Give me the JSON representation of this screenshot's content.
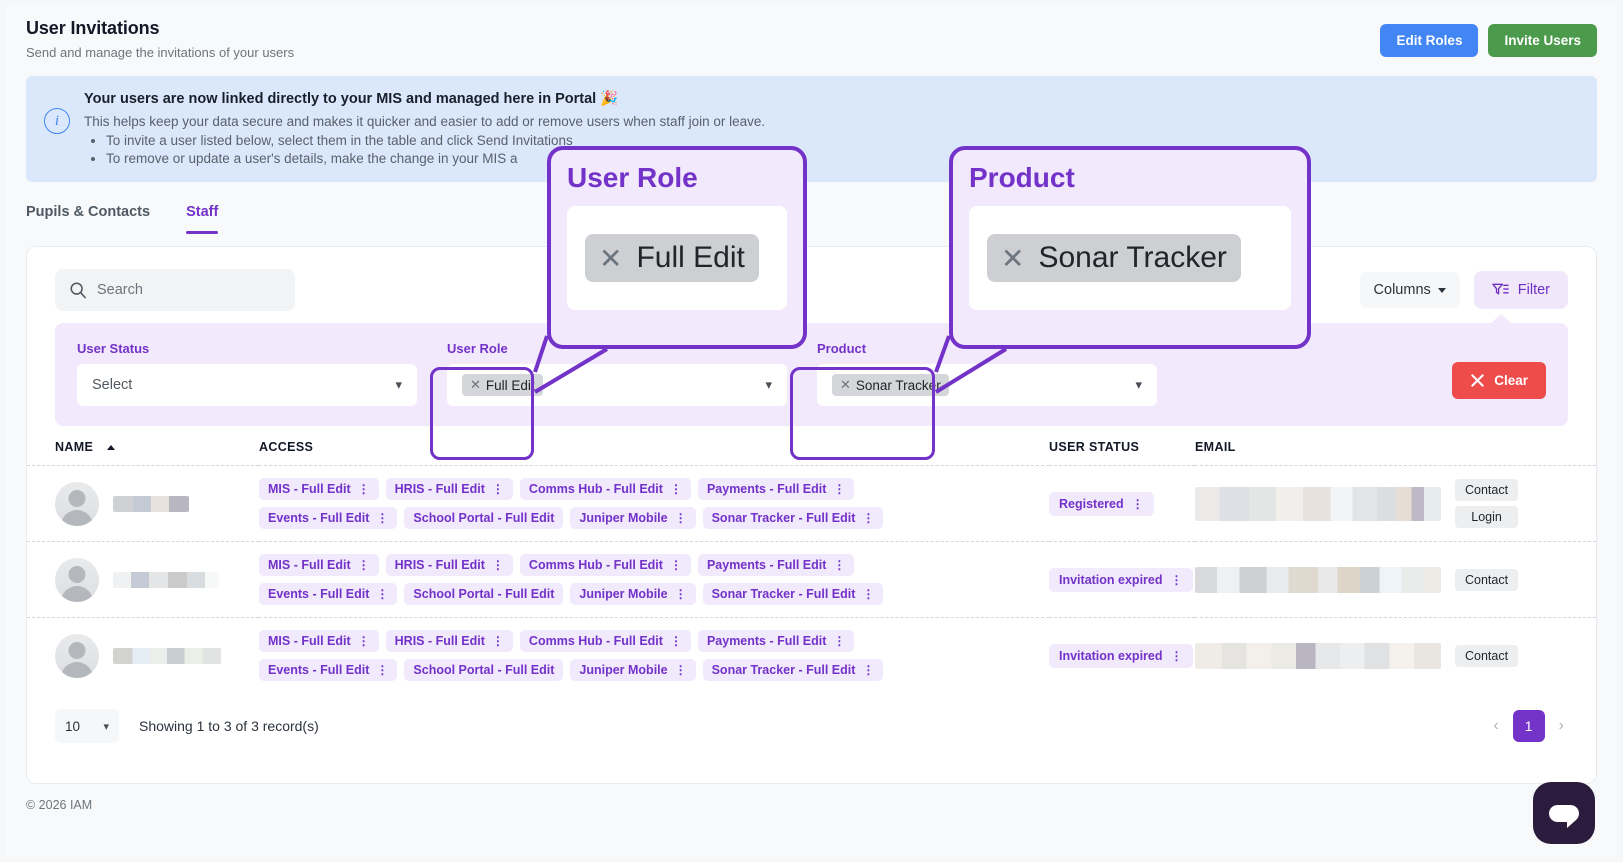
{
  "header": {
    "title": "User Invitations",
    "subtitle": "Send and manage the invitations of your users",
    "edit_roles_label": "Edit Roles",
    "invite_users_label": "Invite Users"
  },
  "banner": {
    "icon": "info-icon",
    "title": "Your users are now linked directly to your MIS and managed here in Portal 🎉",
    "text": "This helps keep your data secure and makes it quicker and easier to add or remove users when staff join or leave.",
    "bullets": [
      "To invite a user listed below, select them in the table and click Send Invitations",
      "To remove or update a user's details, make the change in your MIS a"
    ]
  },
  "tabs": [
    {
      "label": "Pupils & Contacts",
      "active": false
    },
    {
      "label": "Staff",
      "active": true
    }
  ],
  "toolbar": {
    "search_placeholder": "Search",
    "columns_label": "Columns",
    "filter_label": "Filter"
  },
  "filters": {
    "user_status": {
      "label": "User Status",
      "placeholder": "Select",
      "value": ""
    },
    "user_role": {
      "label": "User Role",
      "placeholder": "",
      "value": "Full Edit"
    },
    "product": {
      "label": "Product",
      "placeholder": "",
      "value": "Sonar Tracker"
    },
    "clear_label": "Clear"
  },
  "callouts": [
    {
      "label": "User Role",
      "chip": "Full Edit"
    },
    {
      "label": "Product",
      "chip": "Sonar Tracker"
    }
  ],
  "table": {
    "columns": [
      "NAME",
      "ACCESS",
      "USER STATUS",
      "EMAIL"
    ],
    "sorted_column": "NAME",
    "sort_direction": "asc",
    "rows": [
      {
        "name": "",
        "access": [
          "MIS - Full Edit",
          "HRIS - Full Edit",
          "Comms Hub - Full Edit",
          "Payments - Full Edit",
          "Events - Full Edit",
          "School Portal - Full Edit",
          "Juniper Mobile",
          "Sonar Tracker - Full Edit"
        ],
        "status": "Registered",
        "email": "",
        "actions": [
          "Contact",
          "Login"
        ]
      },
      {
        "name": "",
        "access": [
          "MIS - Full Edit",
          "HRIS - Full Edit",
          "Comms Hub - Full Edit",
          "Payments - Full Edit",
          "Events - Full Edit",
          "School Portal - Full Edit",
          "Juniper Mobile",
          "Sonar Tracker - Full Edit"
        ],
        "status": "Invitation expired",
        "email": "",
        "actions": [
          "Contact"
        ]
      },
      {
        "name": "",
        "access": [
          "MIS - Full Edit",
          "HRIS - Full Edit",
          "Comms Hub - Full Edit",
          "Payments - Full Edit",
          "Events - Full Edit",
          "School Portal - Full Edit",
          "Juniper Mobile",
          "Sonar Tracker - Full Edit"
        ],
        "status": "Invitation expired",
        "email": "",
        "actions": [
          "Contact"
        ]
      }
    ]
  },
  "pagination": {
    "page_size": "10",
    "records_text": "Showing 1 to 3 of 3 record(s)",
    "current_page": "1",
    "prev_icon": "chevron-left-icon",
    "next_icon": "chevron-right-icon"
  },
  "footer": {
    "copyright": "© 2026 IAM"
  },
  "colors": {
    "accent": "#7332c8",
    "blue": "#4285f4",
    "green": "#4c9a4c",
    "red": "#ee4b4b",
    "banner_bg": "#dbe8fb",
    "filter_bg": "#f2eafc"
  }
}
